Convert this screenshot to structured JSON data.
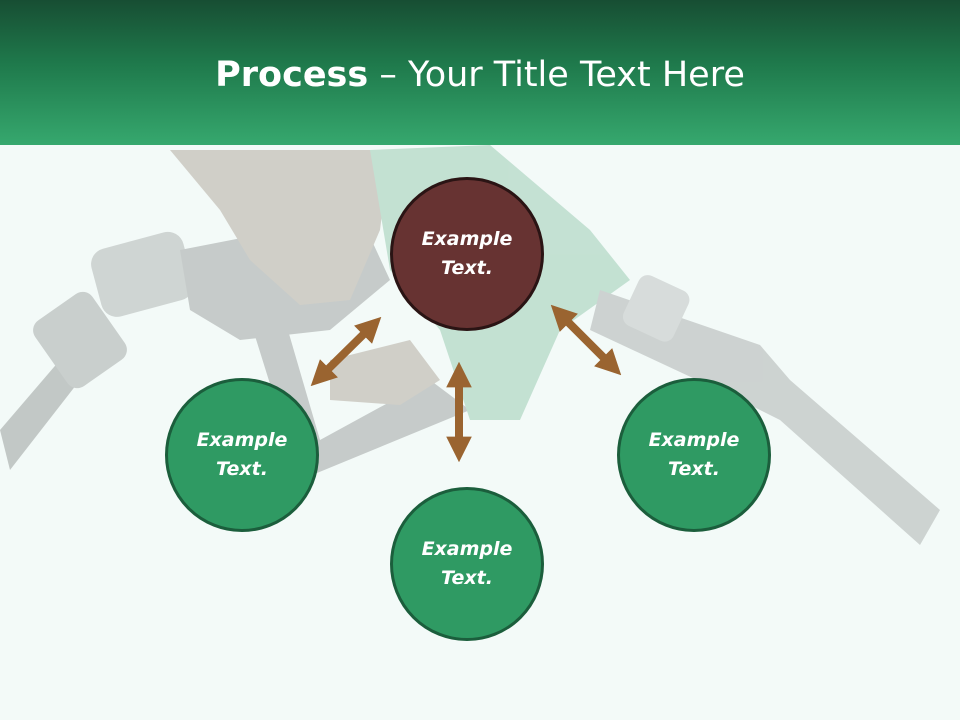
{
  "slide": {
    "title_bold": "Process",
    "title_rest": " – Your Title Text Here"
  },
  "nodes": {
    "top": {
      "line1": "Example",
      "line2": "Text."
    },
    "left": {
      "line1": "Example",
      "line2": "Text."
    },
    "bottom": {
      "line1": "Example",
      "line2": "Text."
    },
    "right": {
      "line1": "Example",
      "line2": "Text."
    }
  },
  "colors": {
    "header_dark": "#174e33",
    "header_light": "#36a86e",
    "node_green": "#2f9a63",
    "node_dark": "#673332",
    "arrow": "#9a6430",
    "background": "#f3faf8"
  },
  "background_image": "fuel-pump-nozzle-in-hand"
}
